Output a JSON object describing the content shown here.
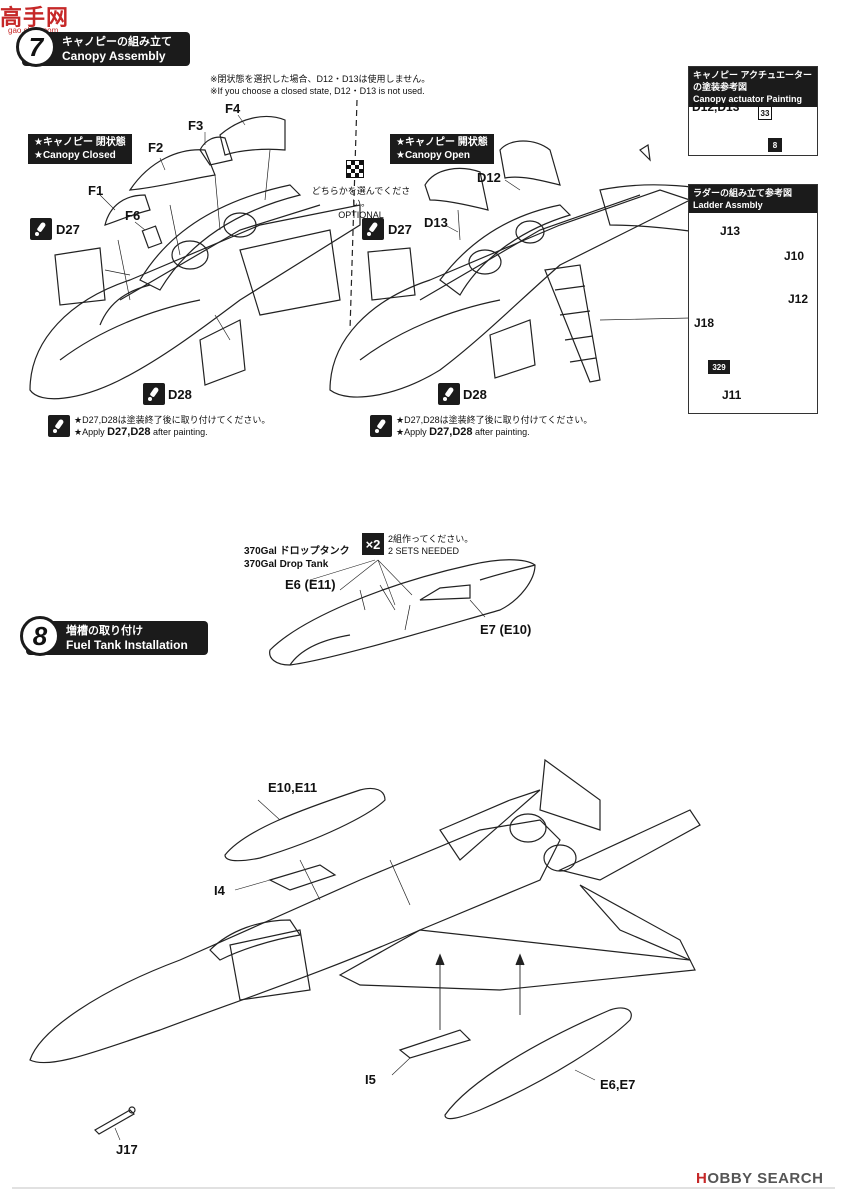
{
  "logo": {
    "main": "高手网",
    "sub": "gao.shou.com"
  },
  "step7": {
    "number": "7",
    "title_jp": "キャノピーの組み立て",
    "title_en": "Canopy Assembly"
  },
  "closed_note": {
    "jp": "※閉状態を選択した場合、D12・D13は使用しません。",
    "en": "※If you choose a closed state, D12・D13 is not used."
  },
  "canopy_closed_tag": {
    "jp": "★キャノピー 閉状態",
    "en": "★Canopy Closed"
  },
  "canopy_open_tag": {
    "jp": "★キャノピー 開状態",
    "en": "★Canopy Open"
  },
  "optional": {
    "jp": "どちらかを選んでください。",
    "en": "OPTIONAL"
  },
  "parts_left": [
    "F1",
    "F2",
    "F3",
    "F4",
    "F6",
    "D27",
    "D28"
  ],
  "parts_right": [
    "D12",
    "D13",
    "D27",
    "D28"
  ],
  "paint_note": {
    "jp": "★D27,D28は塗装終了後に取り付けてください。",
    "en_prefix": "★Apply",
    "en_parts": "D27,D28",
    "en_suffix": "after painting."
  },
  "actuator_box": {
    "title_jp": "キャノピー アクチュエーターの塗装参考図",
    "title_en": "Canopy actuator Painting",
    "parts": "D12,D13",
    "colors": [
      "33",
      "8"
    ]
  },
  "ladder_box": {
    "title_jp": "ラダーの組み立て参考図",
    "title_en": "Ladder Assmbly",
    "parts": [
      "J13",
      "J10",
      "J12",
      "J18",
      "J11"
    ],
    "color": "329"
  },
  "step8": {
    "number": "8",
    "title_jp": "増槽の取り付け",
    "title_en": "Fuel Tank Installation"
  },
  "droptank": {
    "jp": "370Gal ドロップタンク",
    "en": "370Gal Drop Tank",
    "sets_multiplier": "×2",
    "sets_jp": "2組作ってください。",
    "sets_en": "2 SETS NEEDED",
    "part_a": "E6 (E11)",
    "part_b": "E7 (E10)"
  },
  "parts_bottom": [
    "E10,E11",
    "I4",
    "I5",
    "E6,E7",
    "J17"
  ],
  "watermark": {
    "brand": "H",
    "text": "OBBY SEARCH"
  }
}
